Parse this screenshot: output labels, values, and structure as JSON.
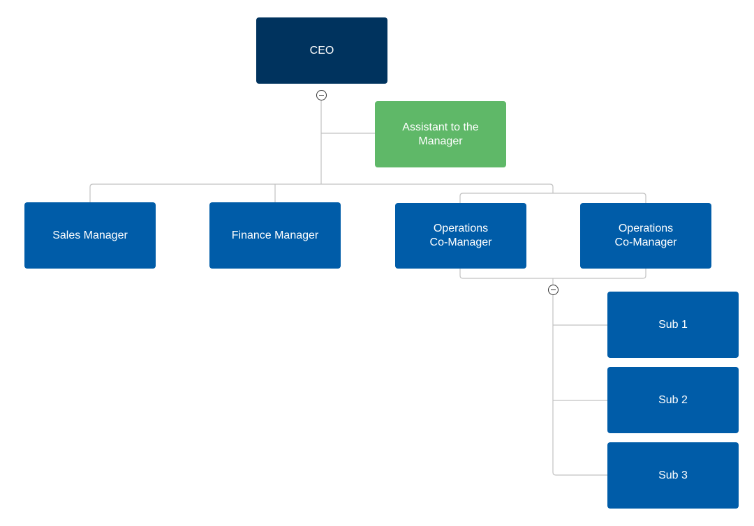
{
  "colors": {
    "top": "#00335e",
    "assistant": "#5fb868",
    "node": "#005ca8",
    "connector": "#c2c2c2"
  },
  "nodes": {
    "ceo": "CEO",
    "assistant": "Assistant to the\nManager",
    "sales": "Sales Manager",
    "finance": "Finance Manager",
    "ops1": "Operations\nCo-Manager",
    "ops2": "Operations\nCo-Manager",
    "sub1": "Sub 1",
    "sub2": "Sub 2",
    "sub3": "Sub 3"
  },
  "icons": {
    "collapse": "minus-circle-icon"
  }
}
